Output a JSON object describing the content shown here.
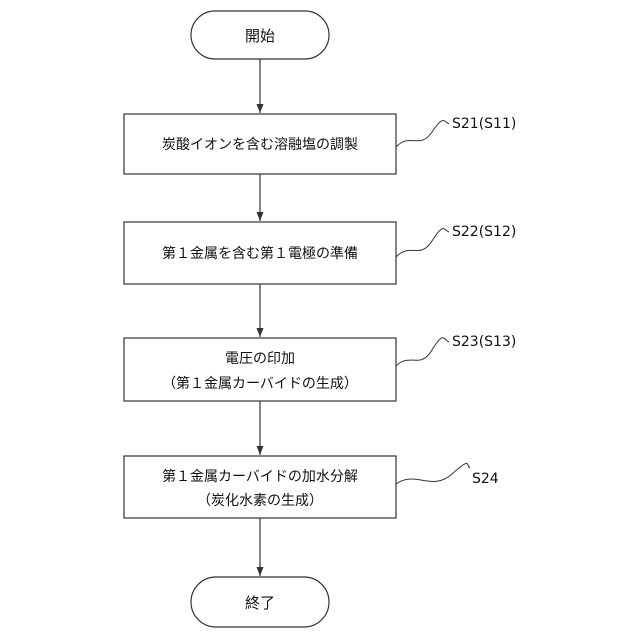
{
  "start": {
    "label": "開始"
  },
  "end": {
    "label": "終了"
  },
  "steps": [
    {
      "lines": [
        "炭酸イオンを含む溶融塩の調製"
      ],
      "tag": "S21(S11)"
    },
    {
      "lines": [
        "第１金属を含む第１電極の準備"
      ],
      "tag": "S22(S12)"
    },
    {
      "lines": [
        "電圧の印加",
        "（第１金属カーバイドの生成）"
      ],
      "tag": "S23(S13)"
    },
    {
      "lines": [
        "第１金属カーバイドの加水分解",
        "（炭化水素の生成）"
      ],
      "tag": "S24"
    }
  ],
  "colors": {
    "stroke": "#333333",
    "text": "#111111",
    "background": "#ffffff"
  }
}
